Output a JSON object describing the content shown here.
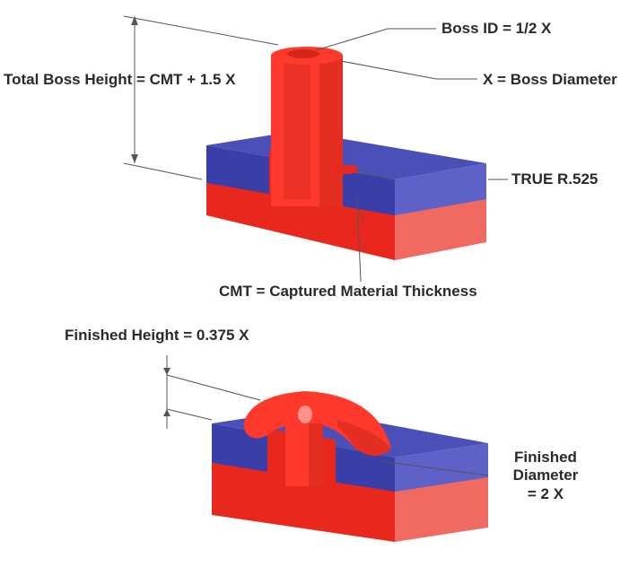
{
  "colors": {
    "red_front": "#e8281c",
    "red_side": "#f06a62",
    "red_top": "#ff3a2c",
    "red_dark": "#b51a12",
    "blue_front": "#3a3ea8",
    "blue_side": "#5d61c8",
    "blue_top": "#4b4fb8",
    "leader": "#555555",
    "text": "#2a2a2a"
  },
  "top_diagram": {
    "boss_id": "Boss ID = 1/2 X",
    "boss_diameter": "X = Boss Diameter",
    "total_height": "Total Boss Height = CMT + 1.5 X",
    "radius": "TRUE R.525",
    "cmt": "CMT = Captured Material Thickness"
  },
  "bottom_diagram": {
    "finished_height": "Finished Height = 0.375 X",
    "finished_diameter_lines": [
      "Finished",
      "Diameter",
      "= 2 X"
    ]
  }
}
